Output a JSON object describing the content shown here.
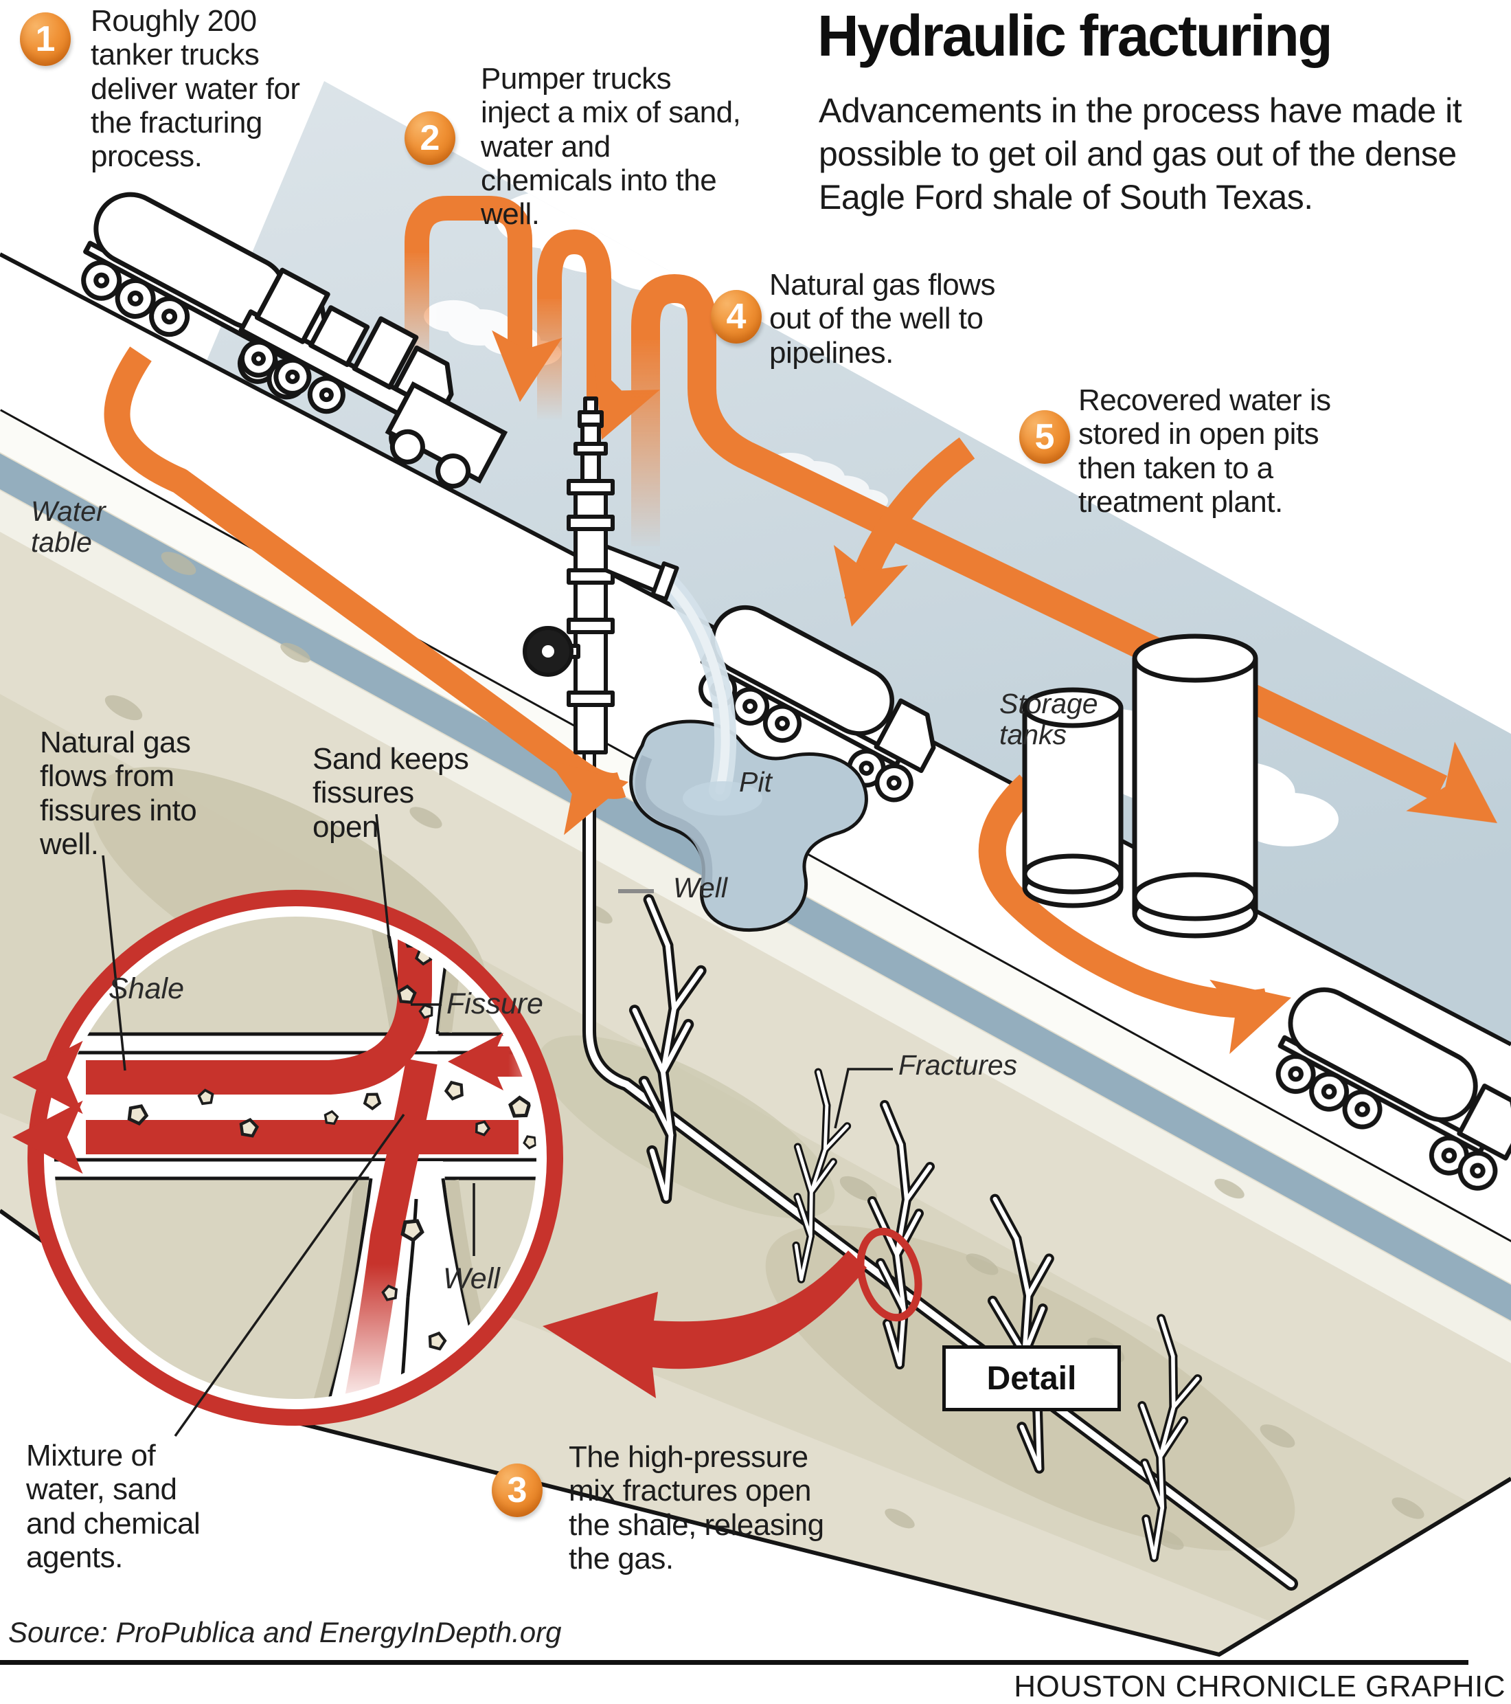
{
  "header": {
    "title": "Hydraulic fracturing",
    "subtitle": "Advancements in the process have made it possible to get oil and gas out of the dense Eagle Ford shale of South Texas."
  },
  "steps": [
    {
      "num": "1",
      "text": "Roughly 200 tanker trucks deliver water for the fracturing process."
    },
    {
      "num": "2",
      "text": "Pumper trucks inject a mix of sand, water and chemicals into the well."
    },
    {
      "num": "3",
      "text": "The high-pressure mix fractures open the shale, releasing the gas."
    },
    {
      "num": "4",
      "text": "Natural gas flows out of the well to pipelines."
    },
    {
      "num": "5",
      "text": "Recovered water is stored in open pits then taken to a treatment plant."
    }
  ],
  "labels": {
    "water_table": "Water table",
    "natural_gas": "Natural gas flows from fissures into well.",
    "sand_keeps": "Sand keeps fissures open",
    "shale": "Shale",
    "fissure": "Fissure",
    "well_detail": "Well",
    "well_surface": "Well",
    "pit": "Pit",
    "storage_tanks": "Storage tanks",
    "fractures": "Fractures",
    "detail": "Detail",
    "mixture": "Mixture of water, sand and chemical agents."
  },
  "footer": {
    "source": "Source: ProPublica and EnergyInDepth.org",
    "credit": "HOUSTON CHRONICLE GRAPHIC"
  },
  "colors": {
    "accent_orange": "#EC7D33",
    "detail_red": "#C7332C",
    "sky_blue": "#CBD8E0",
    "water_table_blue": "#94AEBE",
    "ground_tan": "#E2DECE"
  }
}
